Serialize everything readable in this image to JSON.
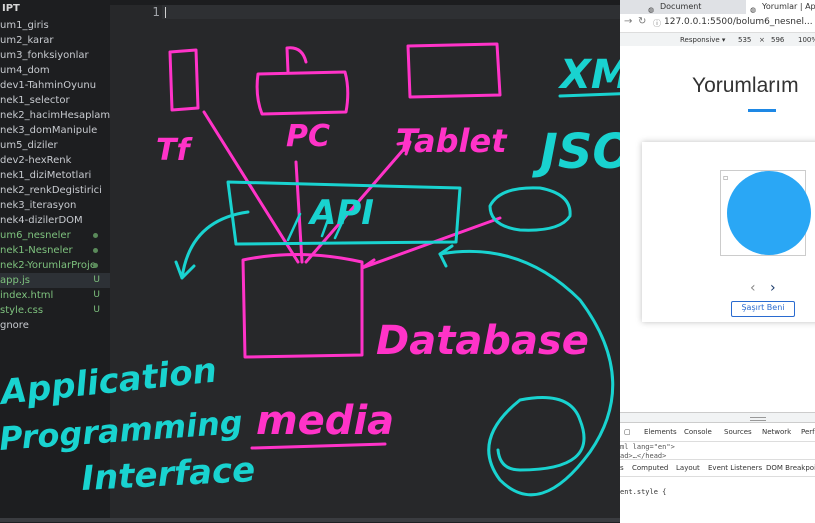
{
  "sidebar": {
    "header": "IPT",
    "files": [
      {
        "name": "um1_giris",
        "status": "",
        "green": false,
        "selected": false
      },
      {
        "name": "um2_karar",
        "status": "",
        "green": false,
        "selected": false
      },
      {
        "name": "um3_fonksiyonlar",
        "status": "",
        "green": false,
        "selected": false
      },
      {
        "name": "um4_dom",
        "status": "",
        "green": false,
        "selected": false
      },
      {
        "name": "dev1-TahminOyunu",
        "status": "",
        "green": false,
        "selected": false
      },
      {
        "name": "nek1_selector",
        "status": "",
        "green": false,
        "selected": false
      },
      {
        "name": "nek2_hacimHesaplama",
        "status": "",
        "green": false,
        "selected": false
      },
      {
        "name": "nek3_domManipule",
        "status": "",
        "green": false,
        "selected": false
      },
      {
        "name": "um5_diziler",
        "status": "",
        "green": false,
        "selected": false
      },
      {
        "name": "dev2-hexRenk",
        "status": "",
        "green": false,
        "selected": false
      },
      {
        "name": "nek1_diziMetotlari",
        "status": "",
        "green": false,
        "selected": false
      },
      {
        "name": "nek2_renkDegistirici",
        "status": "",
        "green": false,
        "selected": false
      },
      {
        "name": "nek3_iterasyon",
        "status": "",
        "green": false,
        "selected": false
      },
      {
        "name": "nek4-dizilerDOM",
        "status": "",
        "green": false,
        "selected": false
      },
      {
        "name": "um6_nesneler",
        "status": "dot",
        "green": true,
        "selected": false
      },
      {
        "name": "nek1-Nesneler",
        "status": "dot",
        "green": true,
        "selected": false
      },
      {
        "name": "nek2-YorumlarProje",
        "status": "dot",
        "green": true,
        "selected": false
      },
      {
        "name": "app.js",
        "status": "U",
        "green": true,
        "selected": true
      },
      {
        "name": "index.html",
        "status": "U",
        "green": true,
        "selected": false
      },
      {
        "name": "style.css",
        "status": "U",
        "green": true,
        "selected": false
      },
      {
        "name": "gnore",
        "status": "",
        "green": false,
        "selected": false
      }
    ]
  },
  "editor": {
    "line_number": "1"
  },
  "drawing": {
    "label_tf": "Tf",
    "label_pc": "PC",
    "label_tablet": "Tablet",
    "label_api": "API",
    "label_database": "Database",
    "label_media": "media",
    "label_xml": "XML",
    "label_json": "JSON",
    "label_application": "Application",
    "label_programming": "Programming",
    "label_interface": "Interface",
    "colors": {
      "pink": "#ff33c8",
      "cyan": "#19d3d0"
    }
  },
  "browser": {
    "tab1_title": "Document",
    "tab2_title": "Yorumlar | App",
    "url": "127.0.0.1:5500/bolum6_nesnel...",
    "device": "Responsive ▾",
    "width": "535",
    "times": "×",
    "height": "596",
    "zoom": "100%",
    "page_title": "Yorumlarım",
    "prev_arrow": "‹",
    "next_arrow": "›",
    "button_label": "Şaşırt Beni",
    "accent": "#1e88e5",
    "circle_color": "#2aa7f5"
  },
  "devtools": {
    "tabs": [
      "Elements",
      "Console",
      "Sources",
      "Network",
      "Perf"
    ],
    "html_lines": [
      "ml lang=\"en\">",
      "ad>…</head>"
    ],
    "subtabs": [
      "s",
      "Computed",
      "Layout",
      "Event Listeners",
      "DOM Breakpoin"
    ],
    "style_rule": "ent.style {"
  }
}
